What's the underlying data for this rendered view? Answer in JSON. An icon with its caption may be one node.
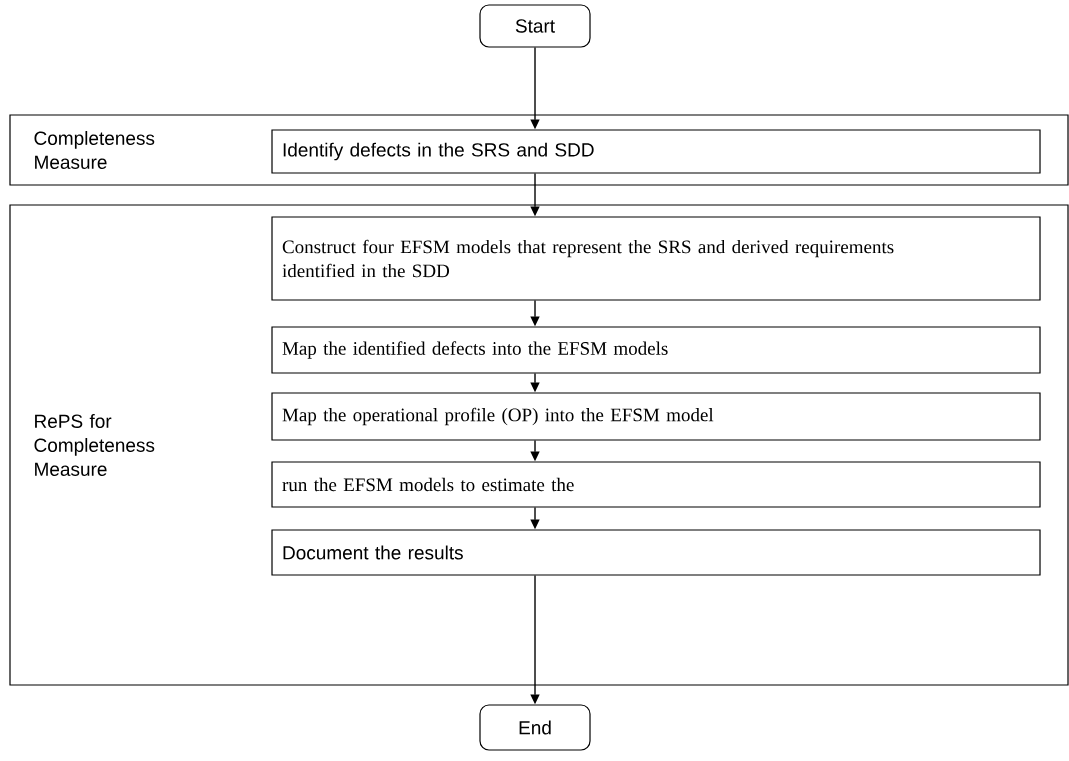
{
  "diagram": {
    "nodes": [
      {
        "text": [
          "Start"
        ]
      },
      {
        "text": [
          "Completeness Measure"
        ]
      },
      {
        "text": [
          "Identify defects in the SRS and SDD"
        ],
        "in": 1
      },
      {
        "text": [
          "RePS for Completeness Measure"
        ]
      },
      {
        "text": [
          "Construct four EFSM models that represent the SRS and derived requirements identified in the SDD"
        ],
        "in": 3
      },
      {
        "text": [
          "Map the identified defects into the EFSM models"
        ],
        "in": 3
      },
      {
        "text": [
          "Map the operational profile (OP) into the EFSM model"
        ],
        "in": 3
      },
      {
        "text": [
          "run the EFSM models to estimate the"
        ],
        "in": 3
      },
      {
        "text": [
          "Document the results"
        ],
        "in": 3
      },
      {
        "text": [
          "End"
        ]
      }
    ],
    "edges": [
      {
        "from": 0,
        "to": 2,
        "arrow": "to"
      },
      {
        "from": 2,
        "to": 4,
        "arrow": "to"
      },
      {
        "from": 4,
        "to": 5,
        "arrow": "to"
      },
      {
        "from": 5,
        "to": 6,
        "arrow": "to"
      },
      {
        "from": 6,
        "to": 7,
        "arrow": "to"
      },
      {
        "from": 7,
        "to": 8,
        "arrow": "to"
      },
      {
        "from": 8,
        "to": 9,
        "arrow": "to"
      }
    ]
  }
}
